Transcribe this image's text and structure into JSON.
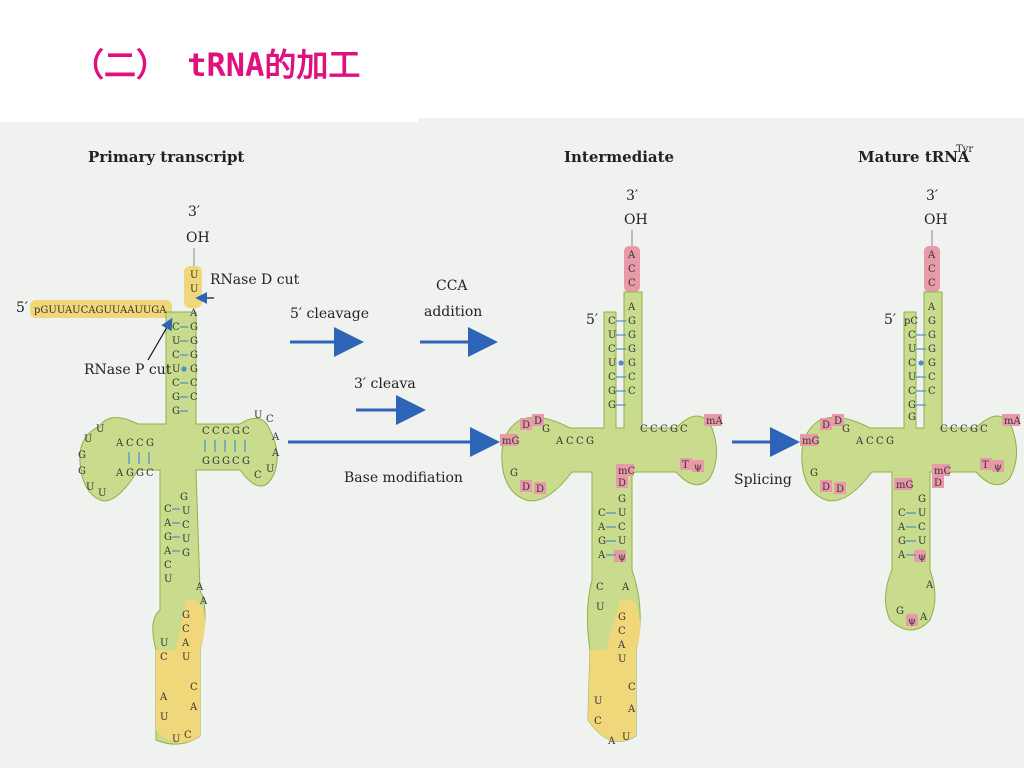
{
  "slide": {
    "title": "（二） tRNA的加工"
  },
  "colors": {
    "title": "#e0107e",
    "stem_fill": "#c9dc8e",
    "stem_stroke": "#8fb04a",
    "leader_fill": "#f0d77a",
    "modified_fill": "#e89aa8",
    "arrow": "#2e64b8",
    "pair_line": "#4a90c8"
  },
  "panels": {
    "primary": "Primary transcript",
    "intermediate": "Intermediate",
    "mature": "Mature tRNA",
    "mature_sup": "Tyr"
  },
  "labels": {
    "three_prime": "3′",
    "oh": "OH",
    "five_prime": "5′",
    "leader_seq": "pGUUAUCAGUUAAUUGA",
    "rnase_d": "RNase D cut",
    "rnase_p": "RNase P cut",
    "pc": "pC"
  },
  "steps": {
    "five_cleavage": "5′ cleavage",
    "cca_line1": "CCA",
    "cca_line2": "addition",
    "three_cleavage": "3′ cleava",
    "base_mod": "Base modifiation",
    "splicing": "Splicing"
  },
  "primary_seq": {
    "acceptor_left": [
      "C",
      "U",
      "C",
      "U",
      "C",
      "G",
      "G"
    ],
    "acceptor_right": [
      "A",
      "G",
      "G",
      "G",
      "G",
      "C",
      "C"
    ],
    "tail": [
      "U",
      "U"
    ],
    "d_arm": [
      "A",
      "C",
      "C",
      "G"
    ],
    "d_arm_pair": [
      "A",
      "G",
      "G",
      "C"
    ],
    "d_loop": [
      "U",
      "U",
      "G",
      "G",
      "U",
      "U"
    ],
    "t_arm": [
      "C",
      "C",
      "C",
      "G",
      "C"
    ],
    "t_arm_pair": [
      "G",
      "G",
      "G",
      "C",
      "G"
    ],
    "t_loop": [
      "U",
      "C",
      "A",
      "A",
      "U",
      "C"
    ],
    "anticodon_left": [
      "C",
      "A",
      "G",
      "A",
      "C",
      "U"
    ],
    "anticodon_right": [
      "G",
      "U",
      "C",
      "U",
      "G",
      "A",
      "A"
    ],
    "intron": [
      "G",
      "C",
      "A",
      "U",
      "C",
      "A",
      "C",
      "U",
      "U",
      "A",
      "C",
      "U"
    ]
  },
  "intermediate_seq": {
    "cca": [
      "A",
      "C",
      "C"
    ],
    "acceptor_left": [
      "C",
      "U",
      "C",
      "U",
      "C",
      "G",
      "G"
    ],
    "acceptor_right": [
      "A",
      "G",
      "G",
      "G",
      "G",
      "C",
      "C"
    ],
    "d_arm": [
      "A",
      "C",
      "C",
      "G"
    ],
    "d_mods": [
      "D",
      "D",
      "G",
      "mG",
      "G",
      "D",
      "D"
    ],
    "t_arm": [
      "C",
      "C",
      "C",
      "G",
      "C"
    ],
    "t_mods": [
      "mA",
      "T",
      "ψ",
      "mC",
      "D"
    ],
    "anticodon_left": [
      "C",
      "A",
      "G",
      "A",
      "C",
      "U"
    ],
    "anticodon_right": [
      "G",
      "U",
      "C",
      "U",
      "ψ",
      "A"
    ],
    "intron": [
      "G",
      "C",
      "A",
      "U",
      "C",
      "A",
      "U",
      "A",
      "C",
      "U"
    ]
  },
  "mature_seq": {
    "cca": [
      "A",
      "C",
      "C"
    ],
    "acceptor_left": [
      "C",
      "U",
      "C",
      "U",
      "C",
      "G",
      "G"
    ],
    "acceptor_right": [
      "A",
      "G",
      "G",
      "G",
      "G",
      "C",
      "C"
    ],
    "d_arm": [
      "A",
      "C",
      "C",
      "G"
    ],
    "d_mods": [
      "D",
      "D",
      "G",
      "mG",
      "G",
      "D",
      "D"
    ],
    "t_arm": [
      "C",
      "C",
      "C",
      "G",
      "C"
    ],
    "t_mods": [
      "mA",
      "T",
      "ψ",
      "mC",
      "D"
    ],
    "anticodon_left": [
      "C",
      "A",
      "G",
      "A",
      "mG"
    ],
    "anticodon_right": [
      "G",
      "U",
      "C",
      "U",
      "ψ",
      "A"
    ],
    "anticodon_loop": [
      "G",
      "ψ",
      "A"
    ]
  }
}
